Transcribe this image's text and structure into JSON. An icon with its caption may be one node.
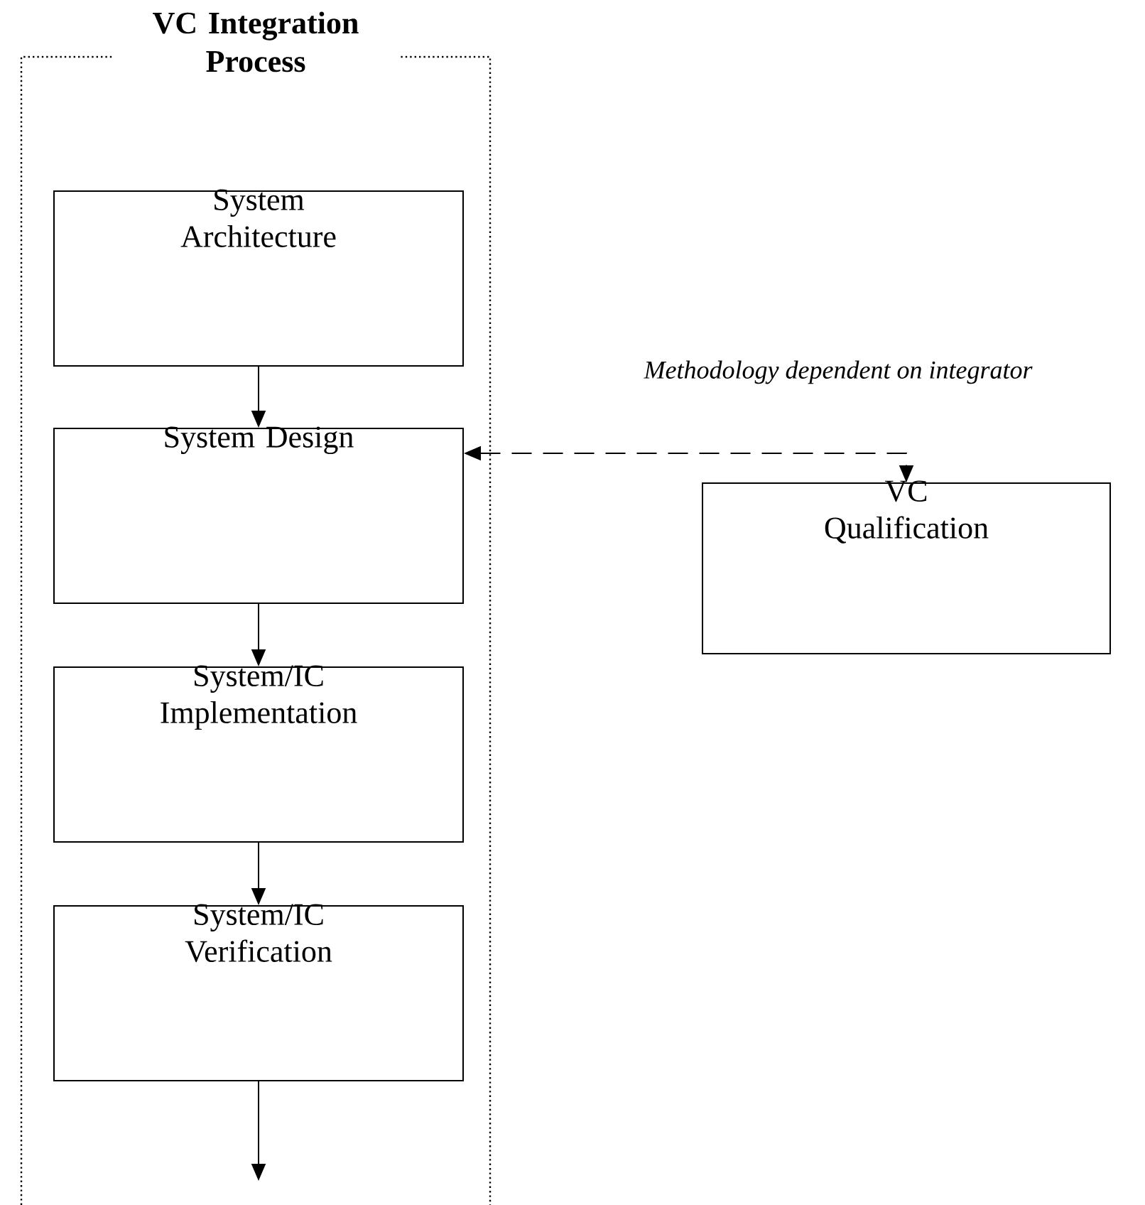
{
  "diagram": {
    "nodes": [
      {
        "text": [
          "VC Integration Process"
        ]
      },
      {
        "text": [
          "System Architecture"
        ],
        "in": 0
      },
      {
        "text": [
          "System Design"
        ],
        "in": 0
      },
      {
        "text": [
          "System/IC Implementation"
        ],
        "in": 0
      },
      {
        "text": [
          "System/IC Verification"
        ],
        "in": 0
      },
      {
        "text": [
          "VC Qualification"
        ]
      }
    ],
    "edges": [
      {
        "from": 1,
        "to": 2,
        "arrow": "to"
      },
      {
        "from": 2,
        "to": 3,
        "arrow": "to"
      },
      {
        "from": 3,
        "to": 4,
        "arrow": "to"
      },
      {
        "from": 4,
        "to": null,
        "arrow": "to"
      },
      {
        "from": 2,
        "to": 5,
        "arrow": "both",
        "style": "dashed",
        "label": "Methodology dependent on integrator"
      }
    ]
  }
}
